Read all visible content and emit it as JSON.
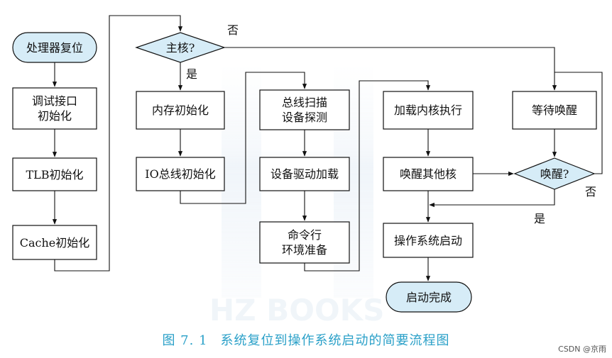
{
  "flow": {
    "start": "处理器复位",
    "debug_init": "调试接口\n初始化",
    "tlb_init": "TLB初始化",
    "cache_init": "Cache初始化",
    "master_check": "主核?",
    "mem_init": "内存初始化",
    "io_init": "IO总线初始化",
    "bus_scan": "总线扫描\n设备探测",
    "driver_load": "设备驱动加载",
    "cmd_env": "命令行\n环境准备",
    "load_kernel": "加载内核执行",
    "wake_others": "唤醒其他核",
    "os_boot": "操作系统启动",
    "boot_done": "启动完成",
    "wait_wake": "等待唤醒",
    "woken_check": "唤醒?"
  },
  "labels": {
    "master_no": "否",
    "master_yes": "是",
    "woken_no": "否",
    "woken_yes": "是"
  },
  "caption": {
    "number": "图 7. 1",
    "text": "系统复位到操作系统启动的简要流程图"
  },
  "watermark": "CSDN @京雨",
  "colors": {
    "terminal_fill": "#d6ecf7",
    "decision_fill": "#d6ecf7",
    "caption": "#2aa0c8",
    "line": "#111111"
  }
}
